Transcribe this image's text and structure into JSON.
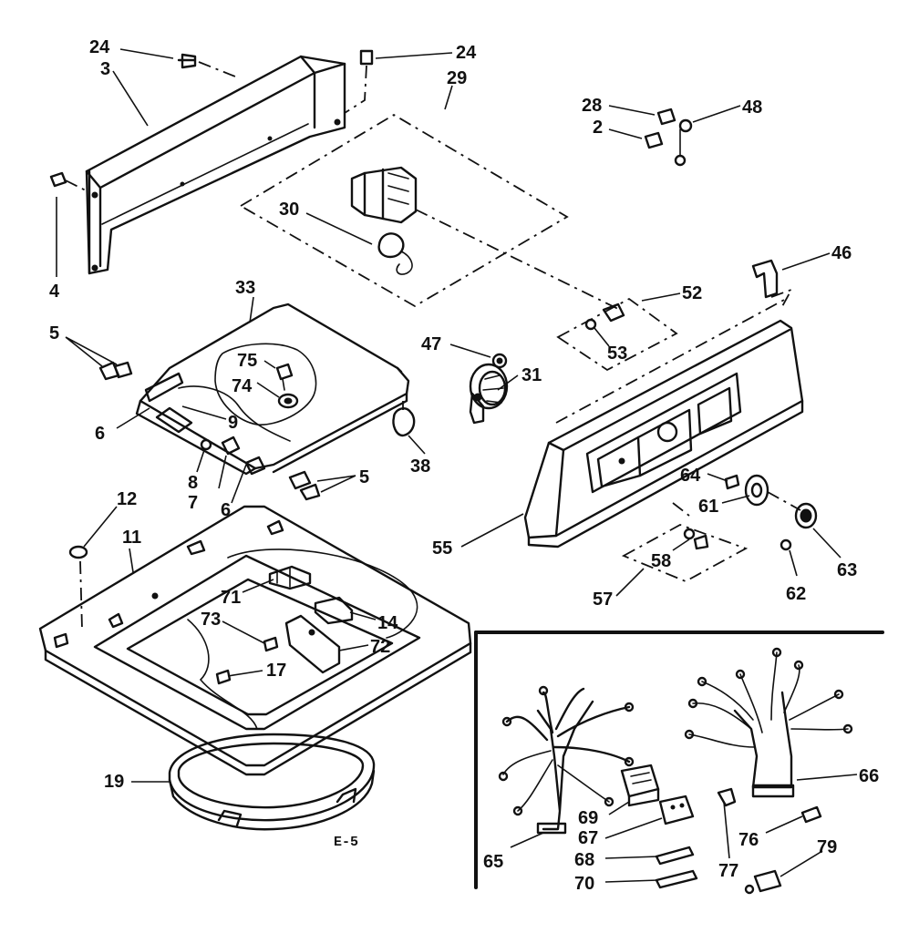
{
  "diagram": {
    "caption": "E-5",
    "callouts": {
      "c24a": "24",
      "c3": "3",
      "c24b": "24",
      "c29": "29",
      "c28": "28",
      "c48": "48",
      "c2": "2",
      "c4": "4",
      "c30": "30",
      "c46": "46",
      "c33": "33",
      "c52": "52",
      "c5a": "5",
      "c75": "75",
      "c74": "74",
      "c47": "47",
      "c53": "53",
      "c31": "31",
      "c9": "9",
      "c6a": "6",
      "c38": "38",
      "c8": "8",
      "c7": "7",
      "c5b": "5",
      "c6b": "6",
      "c12": "12",
      "c11": "11",
      "c64": "64",
      "c61": "61",
      "c55": "55",
      "c58": "58",
      "c63": "63",
      "c57": "57",
      "c62": "62",
      "c71": "71",
      "c14": "14",
      "c73": "73",
      "c72": "72",
      "c17": "17",
      "c66": "66",
      "c19": "19",
      "c69": "69",
      "c67": "67",
      "c76": "76",
      "c65": "65",
      "c68": "68",
      "c79": "79",
      "c77": "77",
      "c70": "70"
    }
  }
}
